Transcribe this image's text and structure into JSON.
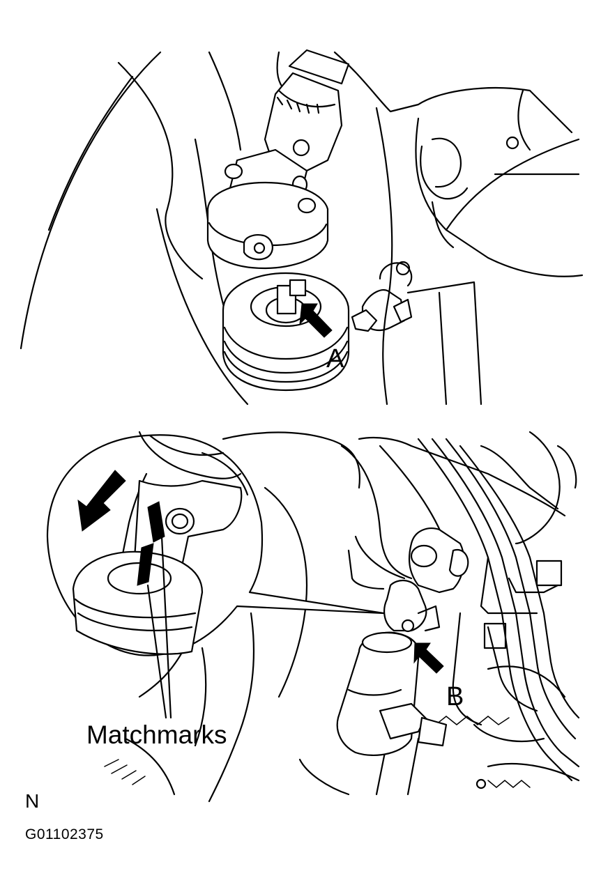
{
  "labels": {
    "a": "A",
    "b": "B",
    "matchmarks": "Matchmarks",
    "n": "N"
  },
  "figure_id": "G01102375",
  "colors": {
    "line": "#000000",
    "background": "#ffffff"
  }
}
